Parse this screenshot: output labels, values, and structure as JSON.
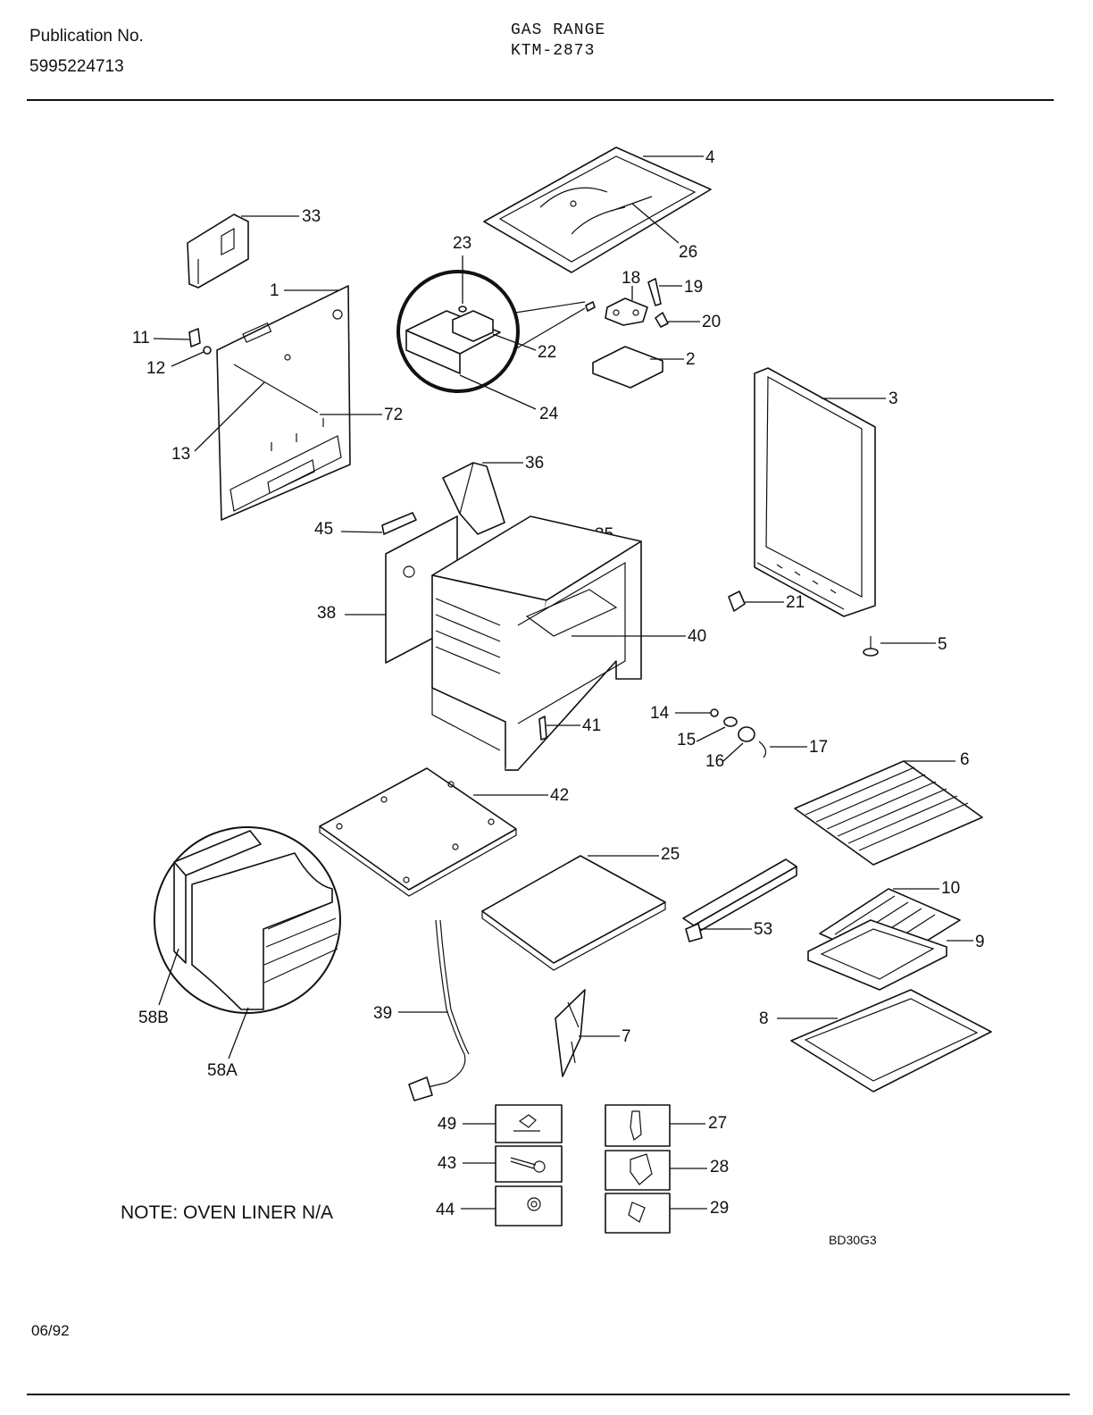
{
  "header": {
    "publication_label": "Publication No.",
    "publication_number": "5995224713",
    "product": "GAS RANGE",
    "model": "KTM-2873"
  },
  "callouts": {
    "c1": "1",
    "c2": "2",
    "c3": "3",
    "c4": "4",
    "c5": "5",
    "c6": "6",
    "c7": "7",
    "c8": "8",
    "c9": "9",
    "c10": "10",
    "c11": "11",
    "c12": "12",
    "c13": "13",
    "c14": "14",
    "c15": "15",
    "c16": "16",
    "c17": "17",
    "c18": "18",
    "c19": "19",
    "c20": "20",
    "c21": "21",
    "c22": "22",
    "c23": "23",
    "c24": "24",
    "c25": "25",
    "c26": "26",
    "c27": "27",
    "c28": "28",
    "c29": "29",
    "c33": "33",
    "c35": "35",
    "c36": "36",
    "c38": "38",
    "c39": "39",
    "c40": "40",
    "c41": "41",
    "c42": "42",
    "c43": "43",
    "c44": "44",
    "c45": "45",
    "c49": "49",
    "c53": "53",
    "c58a": "58A",
    "c58b": "58B",
    "c72": "72"
  },
  "footer": {
    "note": "NOTE: OVEN LINER N/A",
    "drawing_code": "BD30G3",
    "date": "06/92"
  }
}
